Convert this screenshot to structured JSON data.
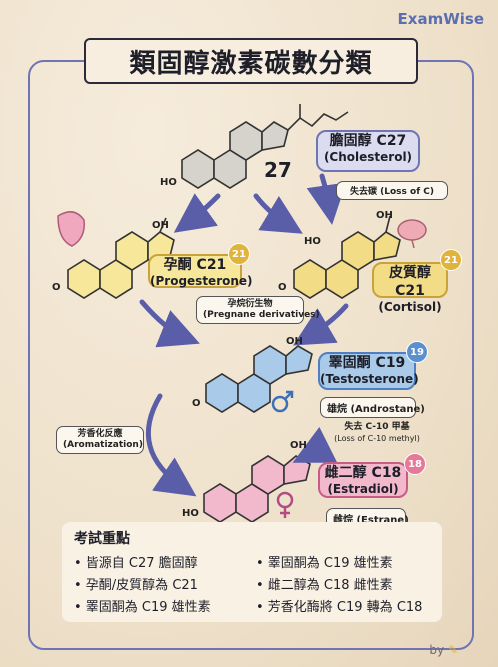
{
  "brand": "ExamWise",
  "title": "類固醇激素碳數分類",
  "cholesterol": {
    "carbon_count": "27",
    "cn": "膽固醇 C27",
    "en": "(Cholesterol)",
    "ho_label": "HO"
  },
  "loss_of_c": "失去碳 (Loss of C)",
  "progesterone": {
    "cn": "孕酮 C21",
    "en": "(Progesterone)",
    "badge": "21",
    "o_label": "O",
    "oh_label": "OH"
  },
  "cortisol": {
    "cn": "皮質醇 C21",
    "en": "(Cortisol)",
    "badge": "21",
    "o_label": "O",
    "ho_label": "HO",
    "oh_label": "OH"
  },
  "pregnane": {
    "cn": "孕烷衍生物",
    "en": "(Pregnane derivatives)"
  },
  "testosterone": {
    "cn": "睪固酮 C19",
    "en": "(Testosterone)",
    "badge": "19",
    "o_label": "O",
    "oh_label": "OH",
    "class_label": "雄烷 (Androstane)"
  },
  "loss_c10": {
    "cn": "失去 C-10 甲基",
    "en": "(Loss of C-10 methyl)"
  },
  "aromatization": {
    "cn": "芳香化反應",
    "en": "(Aromatization)"
  },
  "estradiol": {
    "cn": "雌二醇 C18",
    "en": "(Estradiol)",
    "badge": "18",
    "ho_label": "HO",
    "oh_label": "OH",
    "class_label": "雌烷 (Estrane)"
  },
  "summary": {
    "title": "考試重點",
    "items": [
      "• 皆源自 C27 膽固醇",
      "• 孕酮/皮質醇為 C21",
      "• 睪固酮為 C19 雄性素",
      "• 睪固酮為 C19 雄性素",
      "• 雌二醇為 C18 雌性素",
      "• 芳香化酶將 C19 轉為 C18"
    ]
  },
  "byline": "by",
  "colors": {
    "frame": "#6f74b5",
    "arrow": "#5a5ea8",
    "progesterone": "#f6e79a",
    "cortisol": "#f3dc86",
    "testosterone": "#a9cbe9",
    "estradiol": "#f2b9cc",
    "badge_yellow": "#e0b43c",
    "badge_blue": "#5a8fd0",
    "badge_pink": "#e57a98"
  }
}
